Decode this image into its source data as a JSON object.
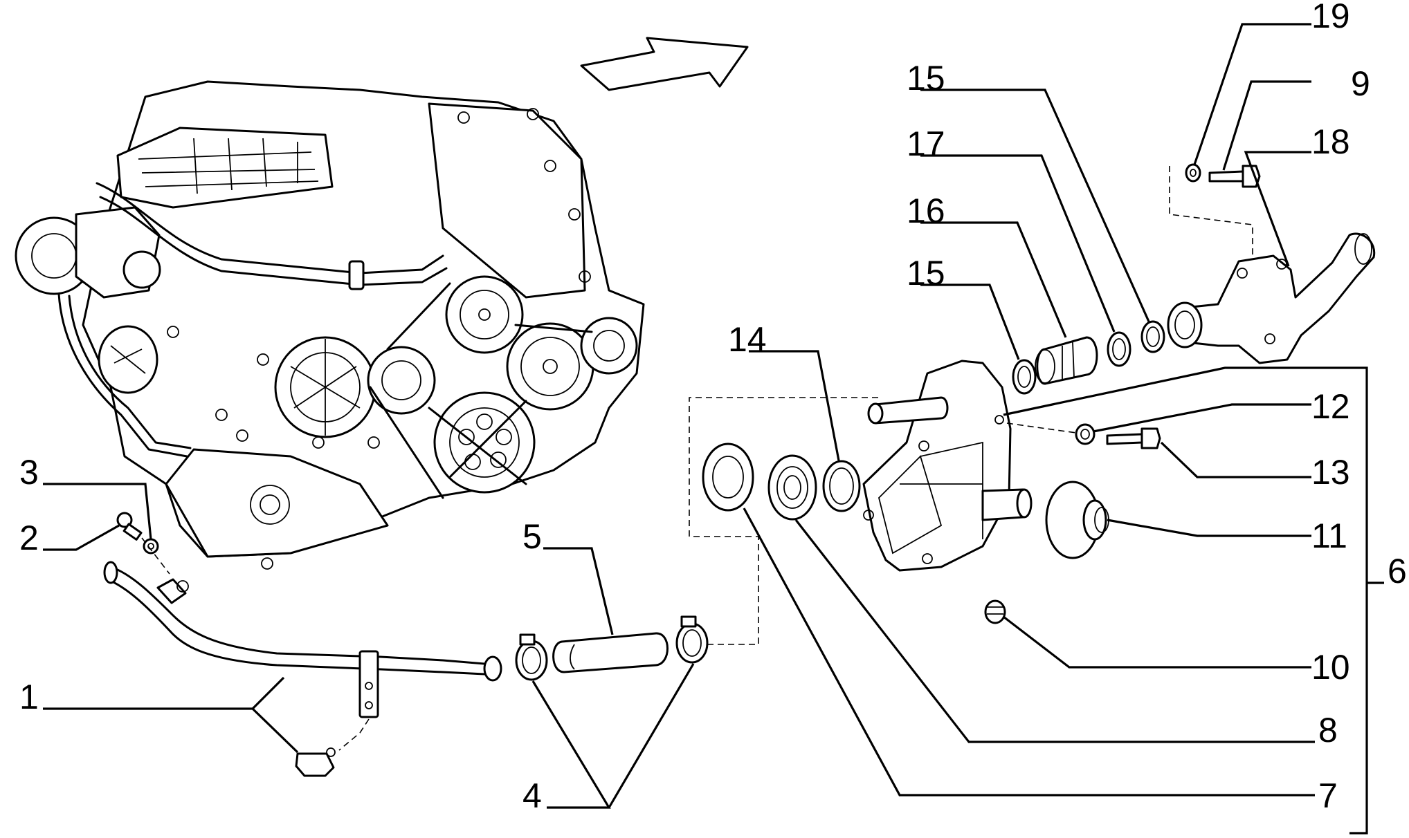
{
  "callouts": [
    "1",
    "2",
    "3",
    "4",
    "5",
    "6",
    "7",
    "8",
    "9",
    "10",
    "11",
    "12",
    "13",
    "14",
    "15",
    "15",
    "16",
    "17",
    "18",
    "19"
  ],
  "icons": {
    "direction_arrow": "arrow-right-icon"
  }
}
